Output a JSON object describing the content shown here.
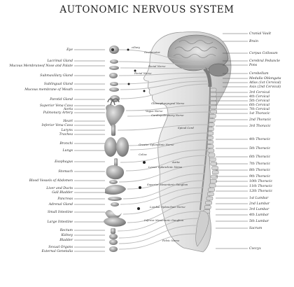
{
  "title": "AUTONOMIC NERVOUS SYSTEM",
  "left_labels": [
    "Eye",
    "Lacrimal Gland",
    "Mucous Membraneof Nose and Palate",
    "Submaxillary Gland",
    "Sublingual Gland",
    "Mucous membrane of Mouth",
    "Parotid Gland",
    "Superior Vena Cava",
    "Aorta",
    "Pulmonary Artery",
    "Heart",
    "Inferior Vena Cava",
    "Larynx",
    "Trachea",
    "Bronchi",
    "Lungs",
    "Esophagus",
    "Stomach",
    "Blood Vessels of Abdomen",
    "Liver and Ducts",
    "Gall Bladder",
    "Pancreas",
    "Adrenal Gland",
    "Small Intestine",
    "Large Intestine",
    "Rectum",
    "Kidney",
    "Bladder",
    "Sexual Organs",
    "External Genetalia"
  ],
  "right_labels": [
    "Cranial Vault",
    "Brain",
    "Corpus Collosum",
    "Cerebral Peduncle",
    "Pons",
    "Cerebellum",
    "Medulla Oblongata",
    "Atlas (1st Cervical)",
    "Axis (2nd Cervical)",
    "3rd Cervical",
    "4th Cervical",
    "5th Cervical",
    "6th Cervical",
    "7th Cervical",
    "1st Thoracic",
    "2nd Thoracic",
    "3rd Thoracic",
    "4th Thoracic",
    "5th Thoracic",
    "6th Thoracic",
    "7th Thoracic",
    "8th Thoracic",
    "9th Thoracic",
    "10th Thoracic",
    "11th Thoracic",
    "12th Thoracic",
    "1st Lumbar",
    "2nd Lumbar",
    "3rd Lumbar",
    "4th Lumbar",
    "5th Lumbar",
    "Sacrum",
    "Coccyx"
  ],
  "inner_labels": [
    "ciliary",
    "Oculomotor",
    "Facial Nerve",
    "Facial Nerve",
    "Glossopharyngeal Nerve",
    "Vagus Nerve",
    "Cardiopulmonary Nerve",
    "Spinal Cord",
    "Greater Splanchnic Nerve",
    "Celiac",
    "Lesser Splanchnic Nerve",
    "Aorta",
    "Superior Mesenteric Ganglion",
    "Lumbar Splanchnic Nerve",
    "Inferior Mesenteric Ganglion",
    "Pelvic Nerve"
  ],
  "colors": {
    "ink": "#2a2a2a",
    "background": "#ffffff",
    "silhouette": "#d6d6d6",
    "bone": "#c8c8c8",
    "nerve": "#bdbdbd"
  }
}
